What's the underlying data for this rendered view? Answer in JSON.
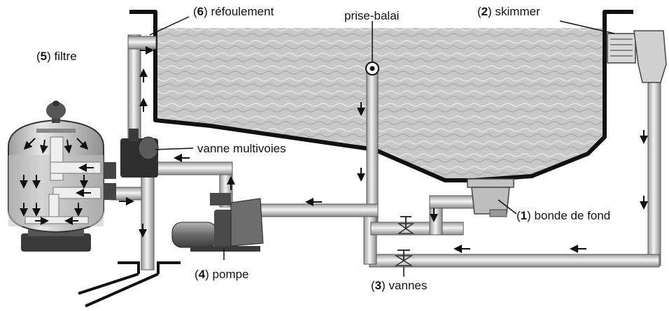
{
  "labels": {
    "refoulement": {
      "num": "6",
      "text": "refoulement",
      "display": "réfoulement"
    },
    "prise_balai": {
      "text": "prise-balai"
    },
    "skimmer": {
      "num": "2",
      "text": "skimmer"
    },
    "filtre": {
      "num": "5",
      "text": "filtre"
    },
    "vanne_multivoies": {
      "text": "vanne multivoies"
    },
    "bonde_de_fond": {
      "num": "1",
      "text": "bonde de fond"
    },
    "pompe": {
      "num": "4",
      "text": "pompe"
    },
    "vannes": {
      "num": "3",
      "text": "vannes"
    }
  },
  "colors": {
    "water": "#c9c9c9",
    "pipe": "#e6e6e6",
    "pipe_edge": "#555555",
    "pool_wall": "#111111",
    "filter_body": "#d0d0d0",
    "pump": "#7a7a7a"
  }
}
